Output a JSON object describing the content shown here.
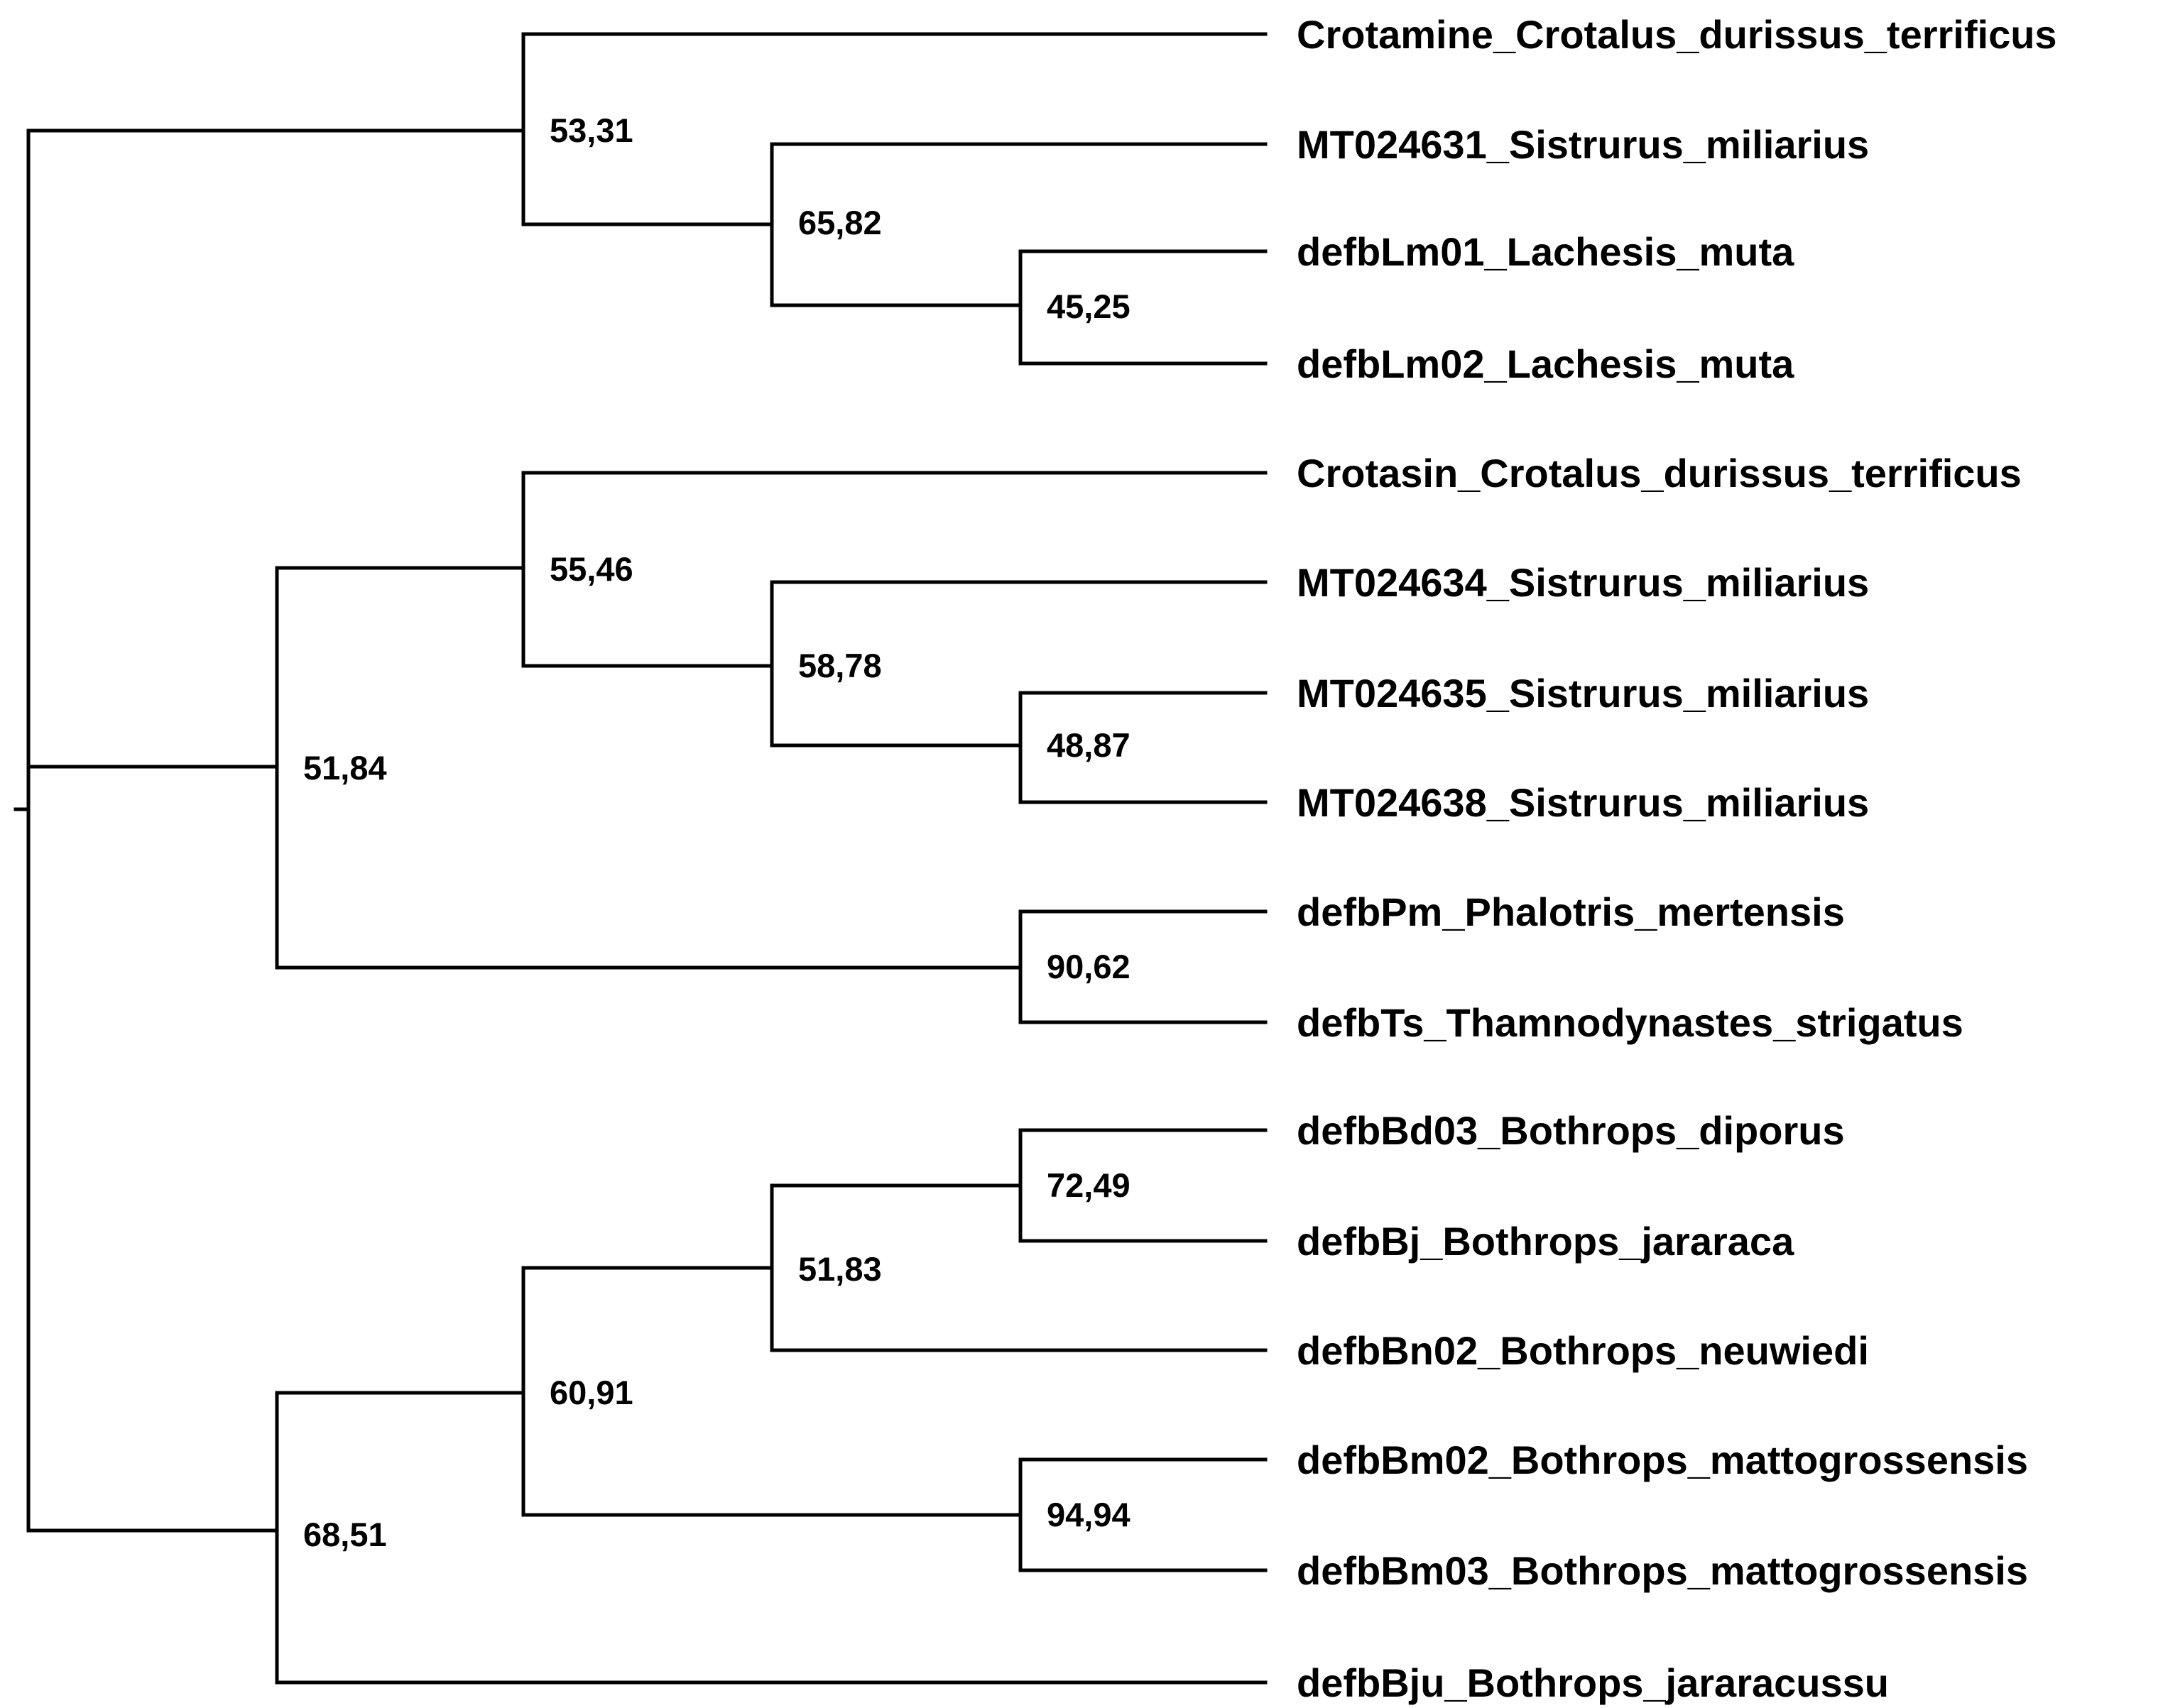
{
  "tree": {
    "leaves": [
      "Crotamine_Crotalus_durissus_terrificus",
      "MT024631_Sistrurus_miliarius",
      "defbLm01_Lachesis_muta",
      "defbLm02_Lachesis_muta",
      "Crotasin_Crotalus_durissus_terrificus",
      "MT024634_Sistrurus_miliarius",
      "MT024635_Sistrurus_miliarius",
      "MT024638_Sistrurus_miliarius",
      "defbPm_Phalotris_mertensis",
      "defbTs_Thamnodynastes_strigatus",
      "defbBd03_Bothrops_diporus",
      "defbBj_Bothrops_jararaca",
      "defbBn02_Bothrops_neuwiedi",
      "defbBm02_Bothrops_mattogrossensis",
      "defbBm03_Bothrops_mattogrossensis",
      "defbBju_Bothrops_jararacussu"
    ],
    "support_values": [
      "53,31",
      "65,82",
      "45,25",
      "51,84",
      "55,46",
      "58,78",
      "48,87",
      "90,62",
      "68,51",
      "60,91",
      "51,83",
      "72,49",
      "94,94"
    ]
  }
}
